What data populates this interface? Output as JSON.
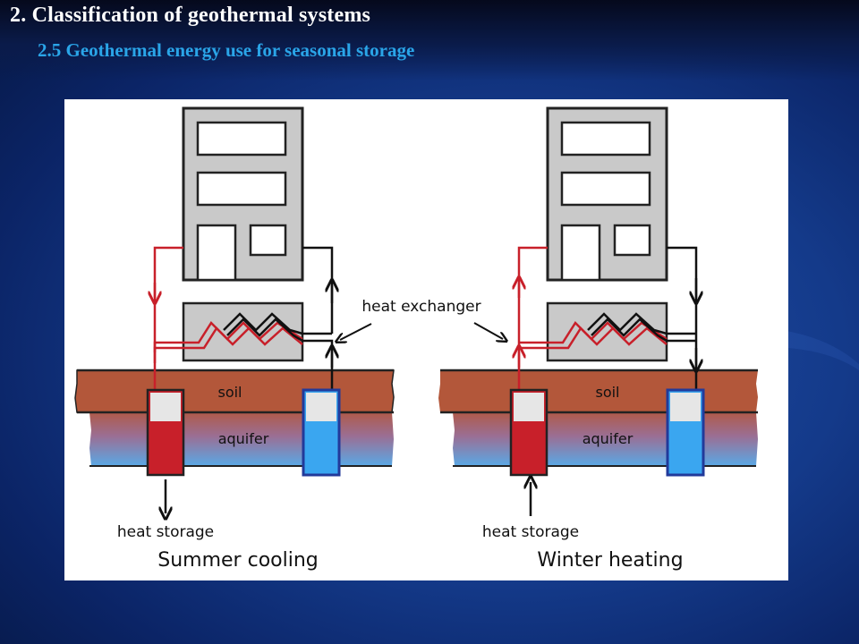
{
  "slide": {
    "title": "2. Classification of geothermal systems",
    "subtitle": "2.5 Geothermal energy use for seasonal storage"
  },
  "figure": {
    "labels": {
      "soil": "soil",
      "aquifer": "aquifer",
      "heat_storage": "heat storage",
      "heat_exchanger": "heat exchanger"
    },
    "panels": [
      {
        "id": "summer",
        "caption": "Summer cooling",
        "heat_storage_flow": "out"
      },
      {
        "id": "winter",
        "caption": "Winter heating",
        "heat_storage_flow": "in"
      }
    ],
    "colors": {
      "warm_pipe": "#c8202a",
      "cold_pipe": "#111111",
      "soil": "#b3573a",
      "aquifer_top": "#b05a4a",
      "aquifer_bottom": "#5aa9e6",
      "warm_well": "#c8202a",
      "cold_well": "#3aa6f0",
      "building": "#c9c9c9"
    }
  }
}
